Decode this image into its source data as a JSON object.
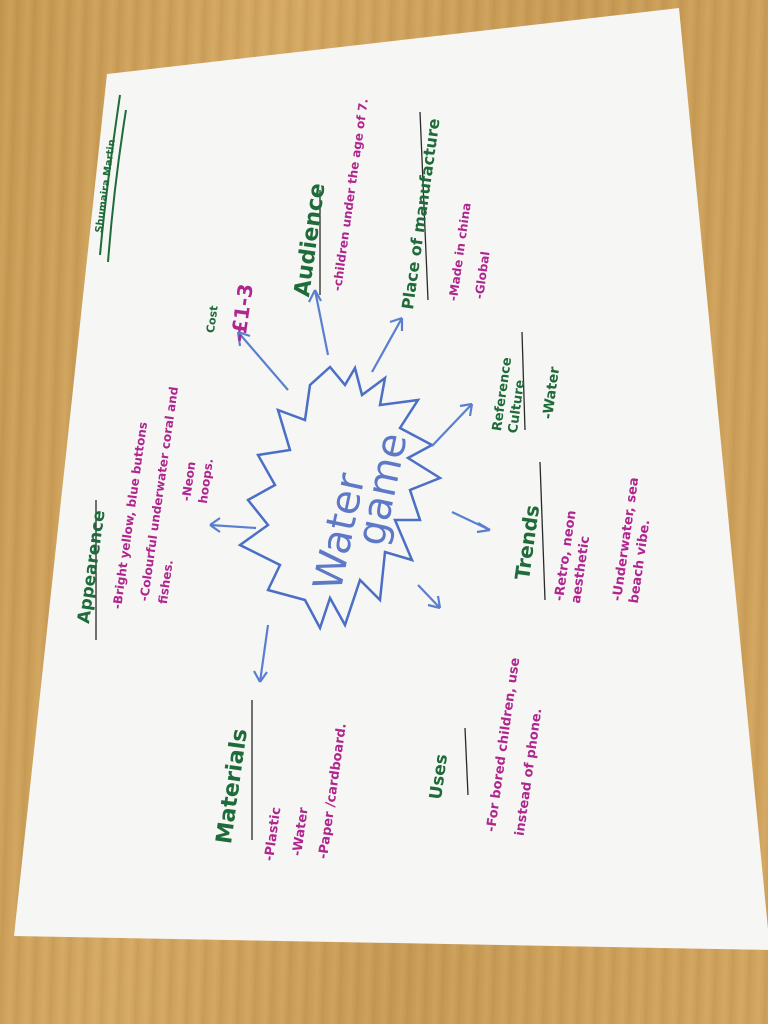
{
  "author": "Shumaira Martin",
  "center": {
    "line1": "Water",
    "line2": "game"
  },
  "cost": {
    "heading": "Cost",
    "value": "-£1-3"
  },
  "audience": {
    "heading": "Audience",
    "value": "-children under the age of 7."
  },
  "place": {
    "heading": "Place of manufacture",
    "items": [
      "-Made in china",
      "-Global"
    ]
  },
  "reference": {
    "heading": "Reference Culture",
    "value": "-Water"
  },
  "trends": {
    "heading": "Trends",
    "items": [
      "-Retro, neon aesthetic",
      "-Underwater, sea beach vibe."
    ]
  },
  "uses": {
    "heading": "Uses",
    "value": "-For bored children, use instead of phone."
  },
  "materials": {
    "heading": "Materials",
    "items": [
      "-Plastic",
      "-Water",
      "-Paper /cardboard."
    ]
  },
  "appearance": {
    "heading": "Appearence",
    "items": [
      "-Bright yellow, blue buttons",
      "-Colourful underwater coral and fishes.",
      "-Neon hoops."
    ]
  },
  "colors": {
    "heading": "#1f6b3a",
    "detail": "#b0268f",
    "star": "#4a6fc4"
  }
}
